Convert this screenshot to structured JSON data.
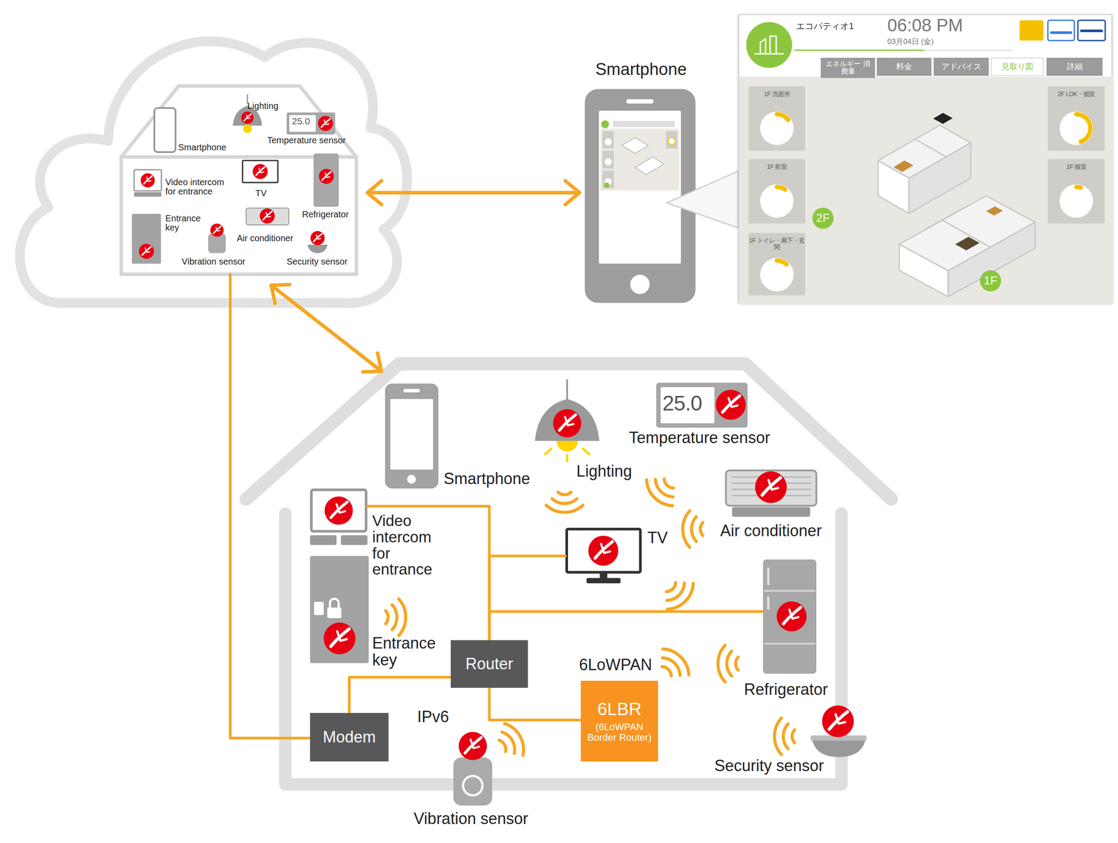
{
  "diagram": {
    "nodes": [
      {
        "text": [
          "Smartphone",
          "Lighting",
          "25.0",
          "Temperature sensor",
          "Video intercom for entrance",
          "TV",
          "Refrigerator",
          "Entrance key",
          "Air conditioner",
          "Vibration sensor",
          "Security sensor"
        ]
      },
      {
        "text": [
          "Smartphone"
        ]
      },
      {
        "text": [
          "エコパティオ1",
          "06:08 PM",
          "03月04日 (金)"
        ]
      },
      {
        "text": [
          "エネルギー 消費量"
        ],
        "in": 2
      },
      {
        "text": [
          "料金"
        ],
        "in": 2
      },
      {
        "text": [
          "アドバイス"
        ],
        "in": 2
      },
      {
        "text": [
          "見取り図"
        ],
        "in": 2
      },
      {
        "text": [
          "詳細"
        ],
        "in": 2
      },
      {
        "text": [
          "1F 洗面所"
        ],
        "in": 2
      },
      {
        "text": [
          "1F 前室"
        ],
        "in": 2
      },
      {
        "text": [
          "1F トイレ・廊下・玄関"
        ],
        "in": 2
      },
      {
        "text": [
          "2F LDK・個室"
        ],
        "in": 2
      },
      {
        "text": [
          "1F 個室"
        ],
        "in": 2
      },
      {
        "text": [
          "2F"
        ],
        "in": 2
      },
      {
        "text": [
          "1F"
        ],
        "in": 2
      },
      {
        "text": [
          "Smartphone"
        ]
      },
      {
        "text": [
          "Lighting"
        ]
      },
      {
        "text": [
          "25.0",
          "Temperature sensor"
        ]
      },
      {
        "text": [
          "Video intercom for entrance"
        ]
      },
      {
        "text": [
          "TV"
        ]
      },
      {
        "text": [
          "Air conditioner"
        ]
      },
      {
        "text": [
          "Entrance key"
        ]
      },
      {
        "text": [
          "Router"
        ]
      },
      {
        "text": [
          "Refrigerator"
        ]
      },
      {
        "text": [
          "6LBR",
          "(6LoWPAN Border Router)"
        ]
      },
      {
        "text": [
          "Modem"
        ]
      },
      {
        "text": [
          "Security sensor"
        ]
      },
      {
        "text": [
          "Vibration sensor"
        ]
      }
    ],
    "edges": [
      {
        "from": 0,
        "to": 1,
        "arrow": "both"
      },
      {
        "from": 0,
        "to": 15,
        "arrow": "both"
      },
      {
        "from": 25,
        "to": 0,
        "arrow": "none"
      },
      {
        "from": 22,
        "to": 18,
        "arrow": "none"
      },
      {
        "from": 22,
        "to": 19,
        "arrow": "none"
      },
      {
        "from": 22,
        "to": 23,
        "arrow": "none"
      },
      {
        "from": 22,
        "to": 25,
        "arrow": "none"
      },
      {
        "from": 22,
        "to": 24,
        "arrow": "none"
      }
    ],
    "labels": [
      "6LoWPAN",
      "IPv6"
    ]
  }
}
